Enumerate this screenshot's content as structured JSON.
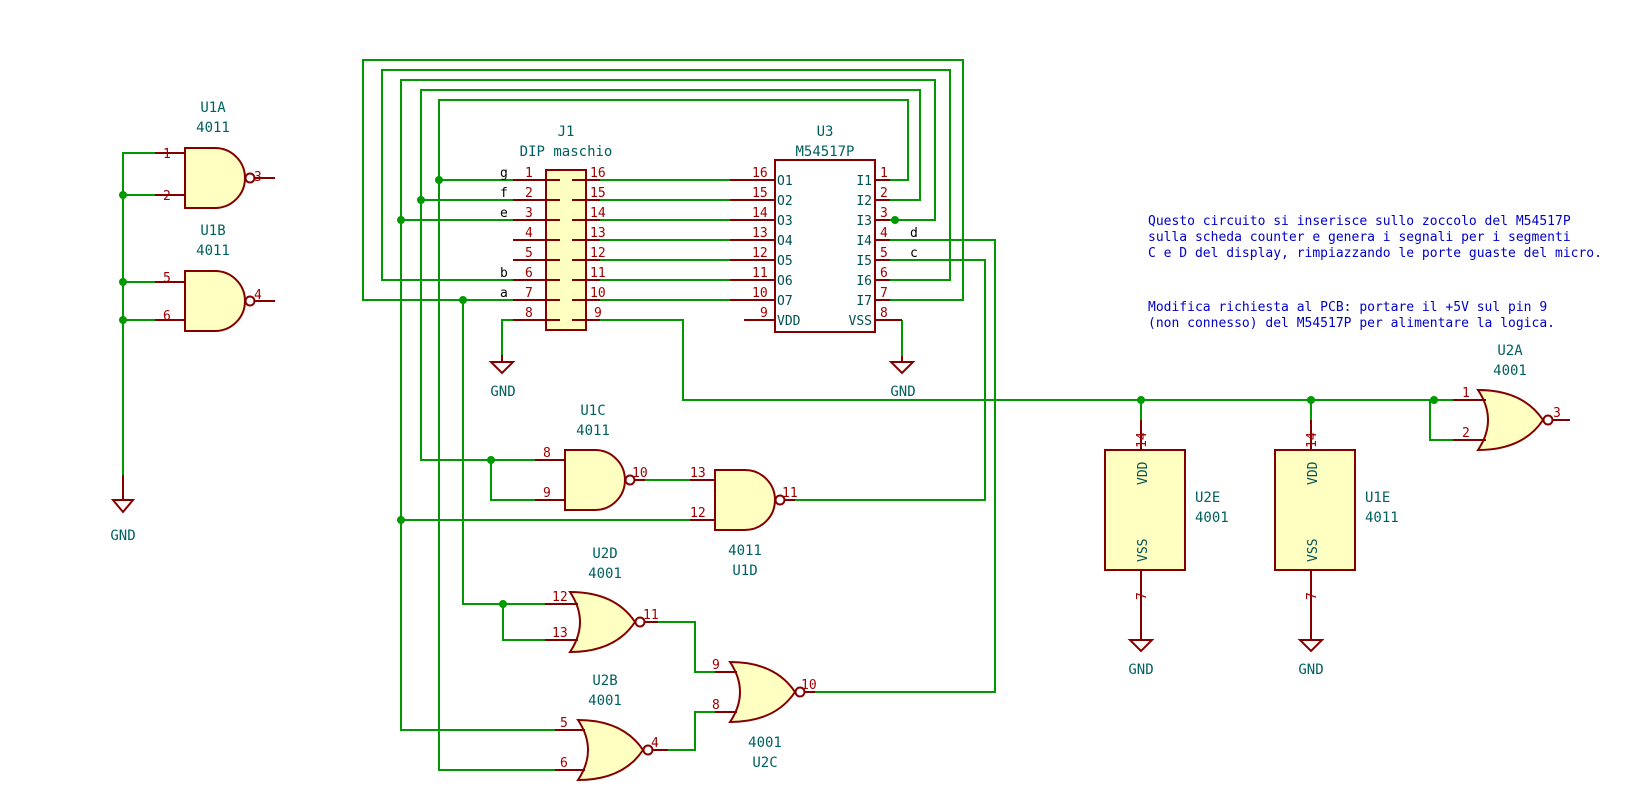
{
  "parts": {
    "u1a": {
      "ref": "U1A",
      "value": "4011",
      "pins": [
        "1",
        "2",
        "3"
      ]
    },
    "u1b": {
      "ref": "U1B",
      "value": "4011",
      "pins": [
        "5",
        "6",
        "4"
      ]
    },
    "u1c": {
      "ref": "U1C",
      "value": "4011",
      "pins": [
        "8",
        "9",
        "10"
      ]
    },
    "u1d": {
      "ref": "U1D",
      "value": "4011",
      "pins": [
        "13",
        "12",
        "11"
      ]
    },
    "u1e": {
      "ref": "U1E",
      "value": "4011",
      "vdd": "VDD",
      "vss": "VSS",
      "pin_vdd": "14",
      "pin_vss": "7"
    },
    "u2a": {
      "ref": "U2A",
      "value": "4001",
      "pins": [
        "1",
        "2",
        "3"
      ]
    },
    "u2b": {
      "ref": "U2B",
      "value": "4001",
      "pins": [
        "5",
        "6",
        "4"
      ]
    },
    "u2c": {
      "ref": "U2C",
      "value": "4001",
      "pins": [
        "9",
        "8",
        "10"
      ]
    },
    "u2d": {
      "ref": "U2D",
      "value": "4001",
      "pins": [
        "12",
        "13",
        "11"
      ]
    },
    "u2e": {
      "ref": "U2E",
      "value": "4001",
      "vdd": "VDD",
      "vss": "VSS",
      "pin_vdd": "14",
      "pin_vss": "7"
    },
    "j1": {
      "ref": "J1",
      "value": "DIP maschio",
      "left_pins": [
        "1",
        "2",
        "3",
        "4",
        "5",
        "6",
        "7",
        "8"
      ],
      "right_pins": [
        "16",
        "15",
        "14",
        "13",
        "12",
        "11",
        "10",
        "9"
      ]
    },
    "u3": {
      "ref": "U3",
      "value": "M54517P",
      "left_pins": [
        "16",
        "15",
        "14",
        "13",
        "12",
        "11",
        "10",
        "9"
      ],
      "left_names": [
        "O1",
        "O2",
        "O3",
        "O4",
        "O5",
        "O6",
        "O7",
        "VDD"
      ],
      "right_pins": [
        "1",
        "2",
        "3",
        "4",
        "5",
        "6",
        "7",
        "8"
      ],
      "right_names": [
        "I1",
        "I2",
        "I3",
        "I4",
        "I5",
        "I6",
        "I7",
        "VSS"
      ]
    }
  },
  "net_labels": {
    "g": "g",
    "f": "f",
    "e": "e",
    "b": "b",
    "a": "a",
    "d": "d",
    "c": "c"
  },
  "power": {
    "gnd": "GND"
  },
  "notes": {
    "note1_line1": "Questo circuito si inserisce sullo zoccolo del M54517P",
    "note1_line2": "sulla scheda counter e genera i segnali per i segmenti",
    "note1_line3": "C e D del display, rimpiazzando le porte guaste del micro.",
    "note2_line1": "Modifica richiesta al PCB: portare il +5V sul pin 9",
    "note2_line2": "(non connesso) del M54517P per alimentare la logica."
  },
  "colors": {
    "wire": "#009900",
    "pin": "#840000",
    "body_fill": "#ffffc2",
    "ref_text": "#006060",
    "note_text": "#0000c8"
  }
}
